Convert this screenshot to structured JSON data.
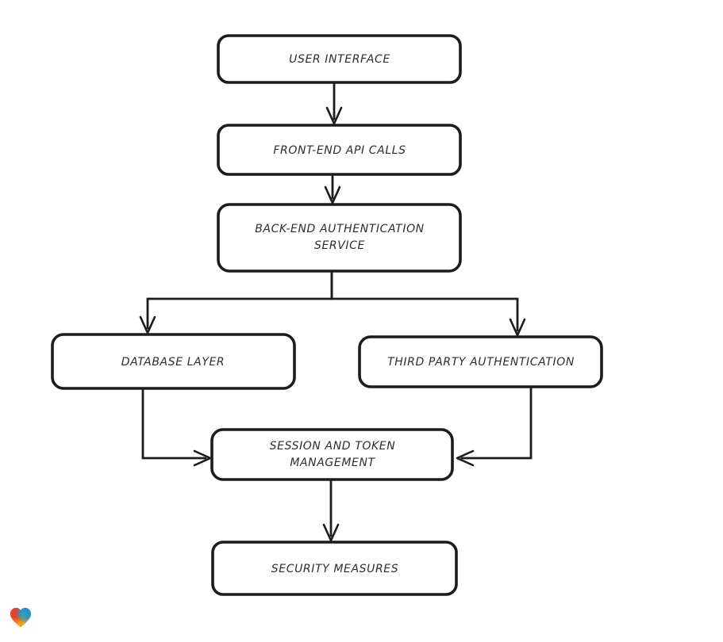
{
  "page": {
    "background": "#ffffff"
  },
  "diagram": {
    "type": "flowchart",
    "style": "hand-drawn",
    "stroke_color": "#1c1c1c",
    "text_color": "#2e2e2e",
    "node_fill": "#ffffff",
    "nodes": [
      {
        "id": "user-interface",
        "label": "USER INTERFACE"
      },
      {
        "id": "front-end-api-calls",
        "label": "FRONT-END API CALLS"
      },
      {
        "id": "back-end-authentication-service",
        "lines": [
          "BACK-END AUTHENTICATION",
          "SERVICE"
        ]
      },
      {
        "id": "database-layer",
        "label": "DATABASE LAYER"
      },
      {
        "id": "third-party-authentication",
        "label": "THIRD PARTY AUTHENTICATION"
      },
      {
        "id": "session-and-token-management",
        "lines": [
          "SESSION AND TOKEN",
          "MANAGEMENT"
        ]
      },
      {
        "id": "security-measures",
        "label": "SECURITY MEASURES"
      }
    ],
    "edges": [
      {
        "from": "user-interface",
        "to": "front-end-api-calls"
      },
      {
        "from": "front-end-api-calls",
        "to": "back-end-authentication-service"
      },
      {
        "from": "back-end-authentication-service",
        "to": "database-layer"
      },
      {
        "from": "back-end-authentication-service",
        "to": "third-party-authentication"
      },
      {
        "from": "database-layer",
        "to": "session-and-token-management"
      },
      {
        "from": "third-party-authentication",
        "to": "session-and-token-management"
      },
      {
        "from": "session-and-token-management",
        "to": "security-measures"
      }
    ]
  },
  "logo": {
    "name": "heart-logo",
    "colors": {
      "red": "#e8402e",
      "blue": "#2493d1",
      "teal": "#3cb08e",
      "orange": "#f59b1e"
    }
  }
}
